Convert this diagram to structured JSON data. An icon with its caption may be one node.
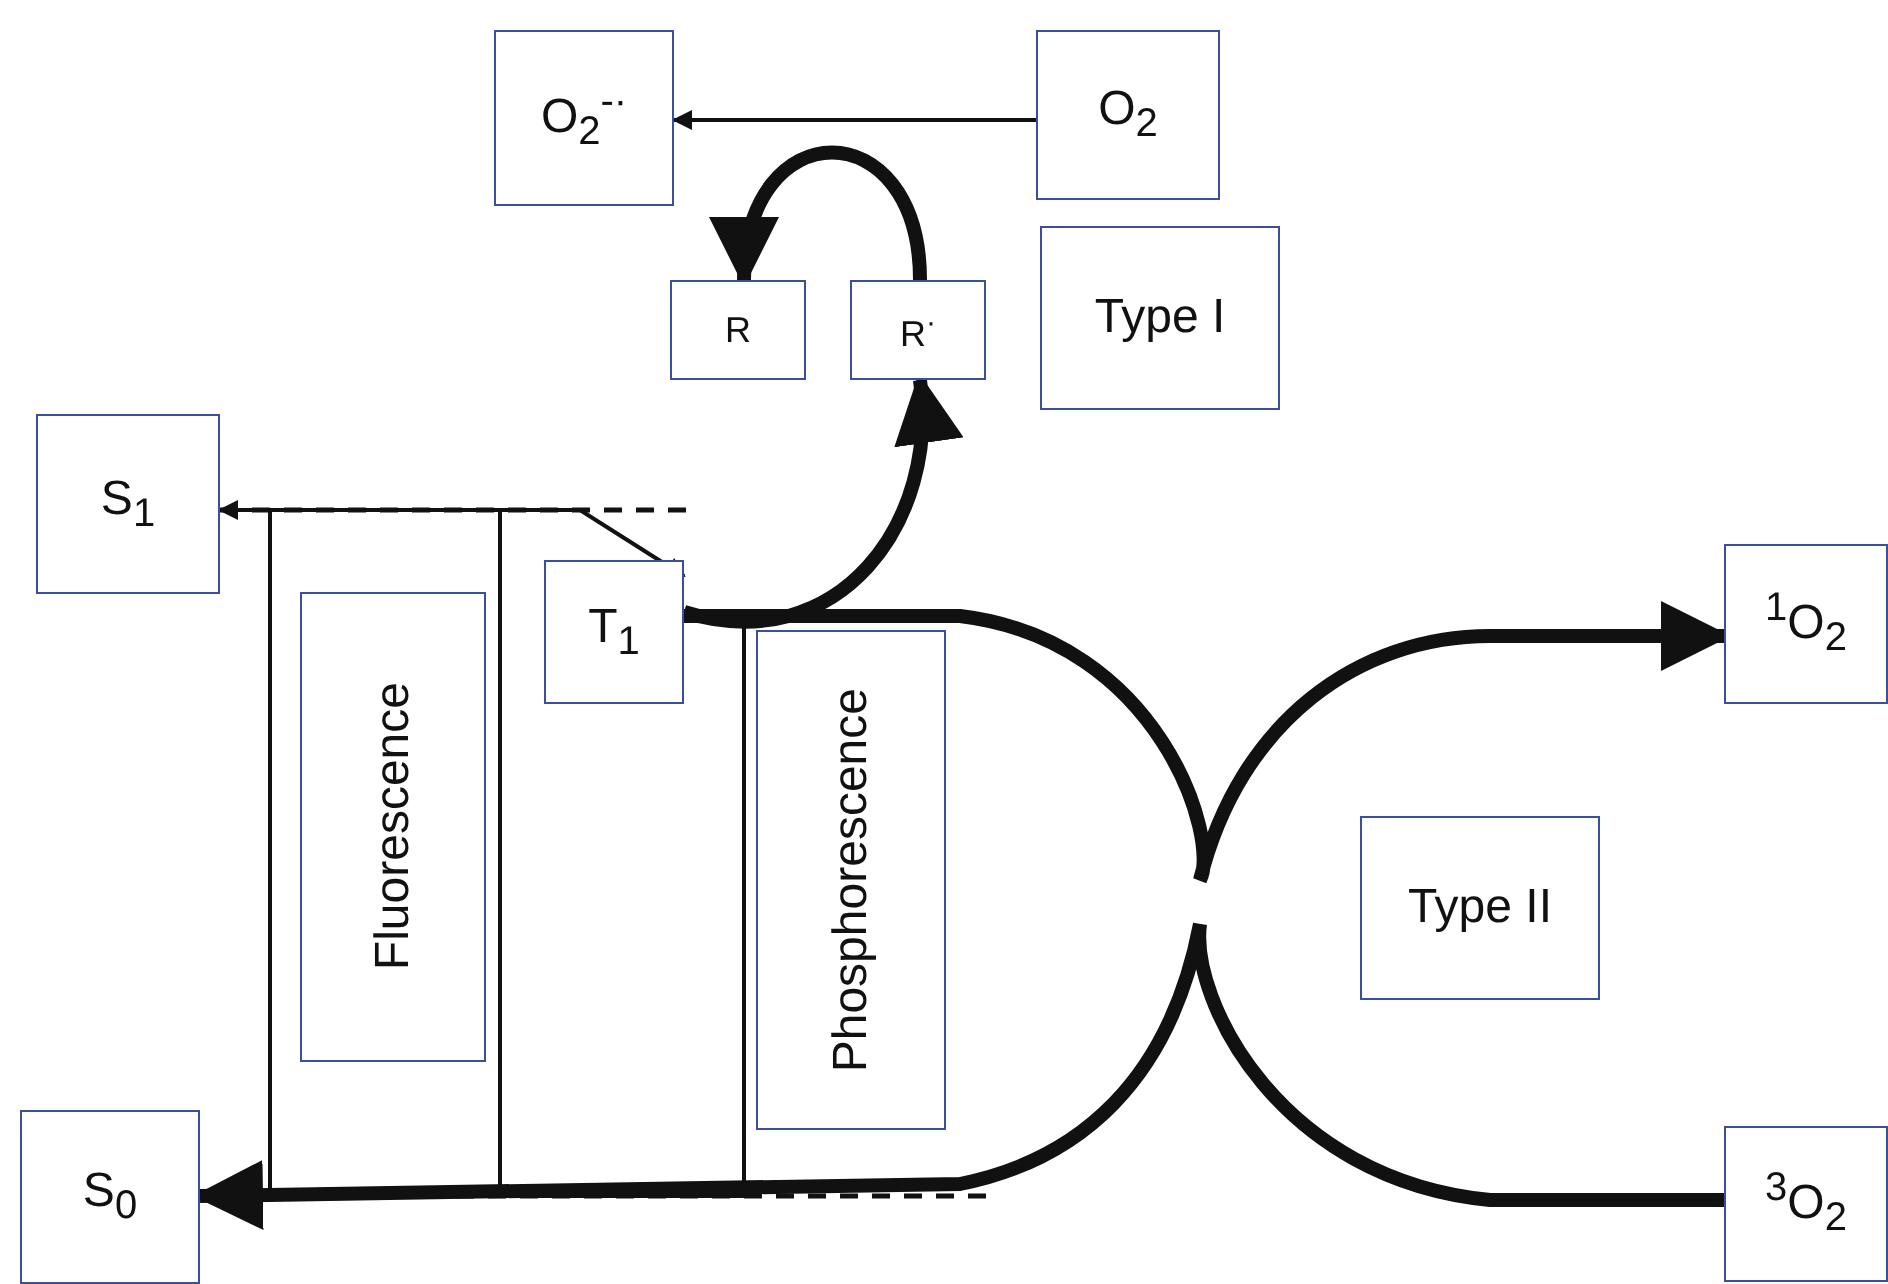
{
  "diagram": {
    "nodes": [
      {
        "text": [
          "O$_{2}$$^{-·}$"
        ]
      },
      {
        "text": [
          "O$_{2}$"
        ]
      },
      {
        "text": [
          "R"
        ]
      },
      {
        "text": [
          "R$^{·}$"
        ]
      },
      {
        "text": [
          "Type I"
        ]
      },
      {
        "text": [
          "S$_{1}$"
        ]
      },
      {
        "text": [
          "Fluorescence"
        ]
      },
      {
        "text": [
          "T$_{1}$"
        ]
      },
      {
        "text": [
          "Phosphorescence"
        ]
      },
      {
        "text": [
          "$^{1}$O$_{2}$"
        ]
      },
      {
        "text": [
          "Type II"
        ]
      },
      {
        "text": [
          "S$_{0}$"
        ]
      },
      {
        "text": [
          "$^{3}$O$_{2}$"
        ]
      }
    ],
    "edges": [
      {
        "from": 1,
        "to": 0,
        "arrow": "to"
      },
      {
        "from": 3,
        "to": 2,
        "arrow": "to",
        "style": "thick"
      },
      {
        "from": 7,
        "to": 3,
        "arrow": "to",
        "style": "thick"
      },
      {
        "from": 5,
        "to": 7,
        "arrow": "to"
      },
      {
        "from": 11,
        "to": 5,
        "arrow": "to"
      },
      {
        "from": 5,
        "to": 11,
        "arrow": "to"
      },
      {
        "from": 7,
        "to": 11,
        "arrow": "to"
      },
      {
        "from": 7,
        "to": 9,
        "arrow": "to",
        "style": "thick"
      },
      {
        "from": 12,
        "to": 11,
        "arrow": "to",
        "style": "thick"
      }
    ]
  }
}
